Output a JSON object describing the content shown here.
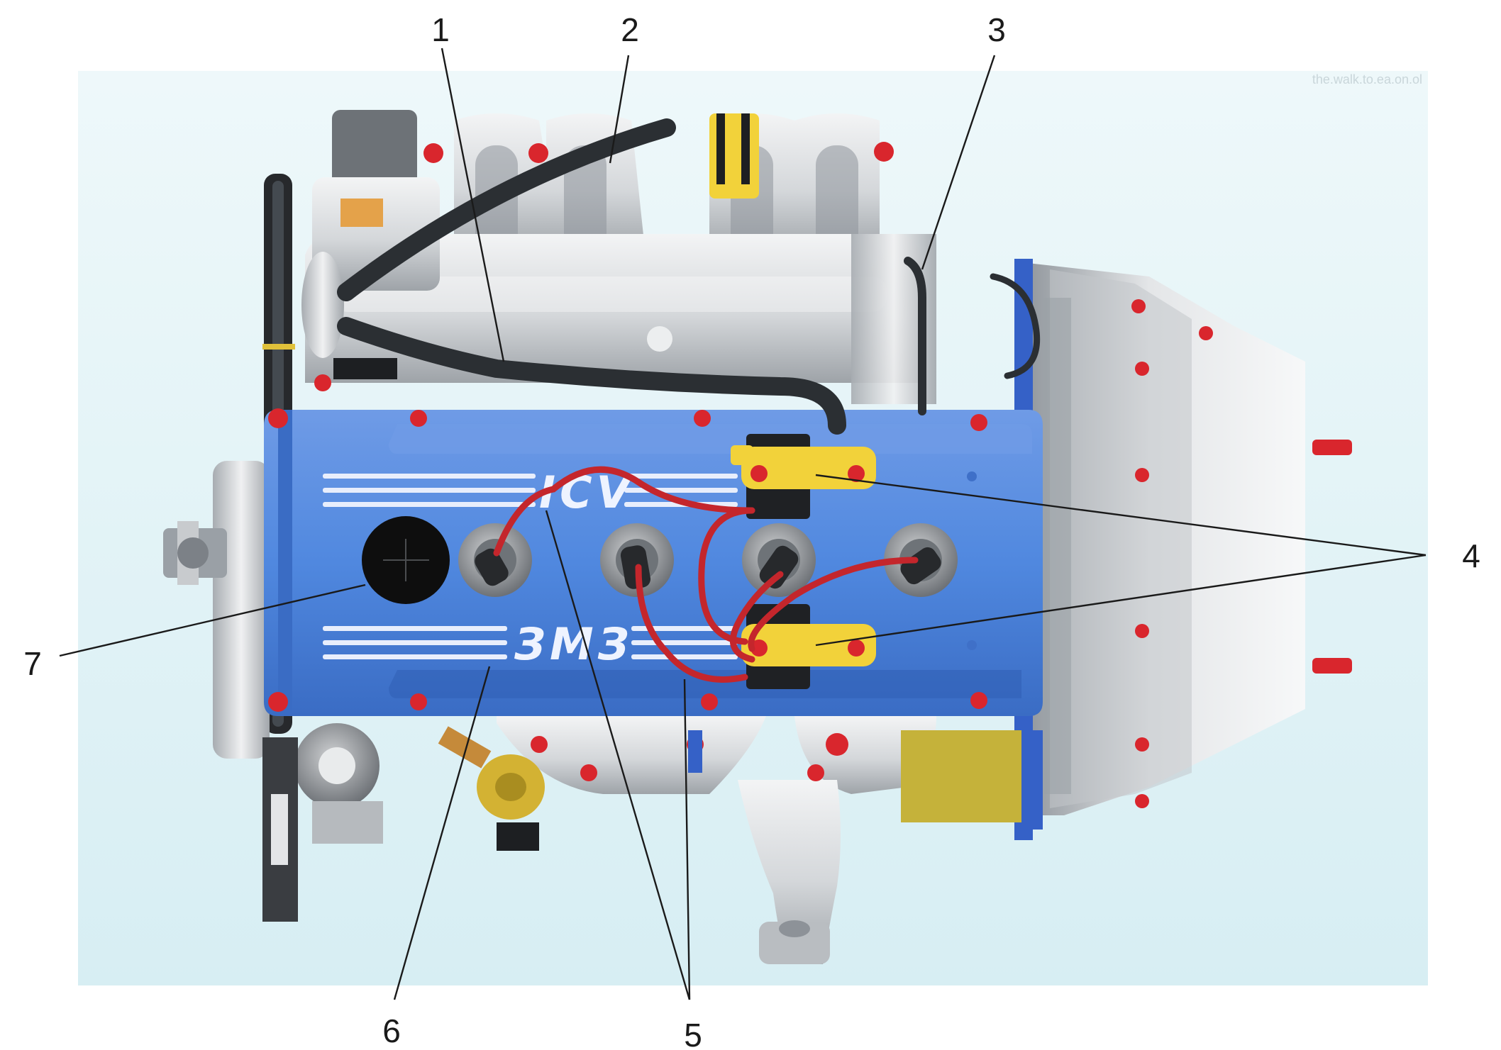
{
  "diagram": {
    "labels": [
      "1",
      "2",
      "3",
      "4",
      "5",
      "6",
      "7"
    ],
    "logos": {
      "top": "ICV",
      "bottom": "ЗМЗ"
    },
    "watermark": "the.walk.to.ea.on.ol"
  },
  "colors": {
    "background_panel": "#e4f3f6",
    "valve_cover": "#4f83d8",
    "valve_cover_shade": "#2f5fb4",
    "aluminum": "#d9dcdf",
    "aluminum_shade": "#9aa0a6",
    "hose": "#2b2f33",
    "ignition_wire": "#c4262c",
    "ignition_coil": "#f2d23a",
    "bolt": "#e2252b",
    "oil_cap": "#0e0e0e"
  }
}
